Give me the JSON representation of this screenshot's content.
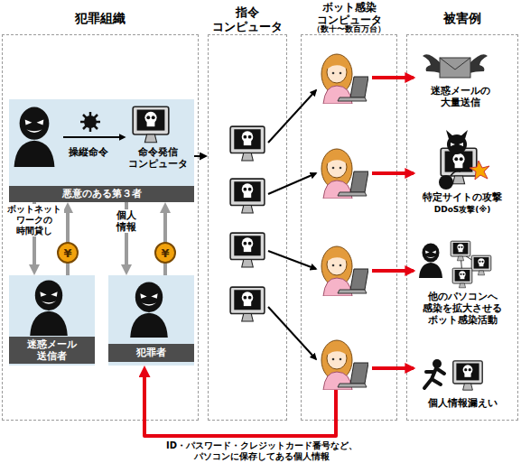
{
  "diagram": {
    "nodes": [
      {
        "text": [
          "犯罪組織"
        ]
      },
      {
        "text": [
          "操縦命令",
          "命令発信 コンピュータ",
          "悪意のある第３者"
        ],
        "in": 0
      },
      {
        "text": [
          "迷惑メール 送信者"
        ],
        "in": 0
      },
      {
        "text": [
          "犯罪者"
        ],
        "in": 0
      },
      {
        "text": [
          "指令 コンピュータ"
        ]
      },
      {
        "text": [
          "ボット感染 コンピュータ",
          "（数十〜数百万台）"
        ]
      },
      {
        "text": [
          "被害例"
        ]
      }
    ],
    "edges": [
      {
        "from": 1,
        "to": 2,
        "label": "ボットネット ワークの 時間貸し",
        "arrow": "to"
      },
      {
        "from": 2,
        "to": 1,
        "label": "¥",
        "arrow": "to"
      },
      {
        "from": 1,
        "to": 3,
        "label": "個人 情報",
        "arrow": "to"
      },
      {
        "from": 3,
        "to": 1,
        "label": "¥",
        "arrow": "to"
      },
      {
        "from": 1,
        "to": 4,
        "arrow": "to"
      },
      {
        "from": 5,
        "to": 3,
        "label": "ID・パスワード・クレジットカード番号など、 パソコンに保存してある個人情報",
        "arrow": "to"
      }
    ],
    "labels": [
      "迷惑メールの 大量送信",
      "特定サイトの攻撃",
      "DDoS攻撃(※)",
      "他のパソコンへ 感染を拡大させる ボット感染活動",
      "個人情報漏えい"
    ]
  }
}
